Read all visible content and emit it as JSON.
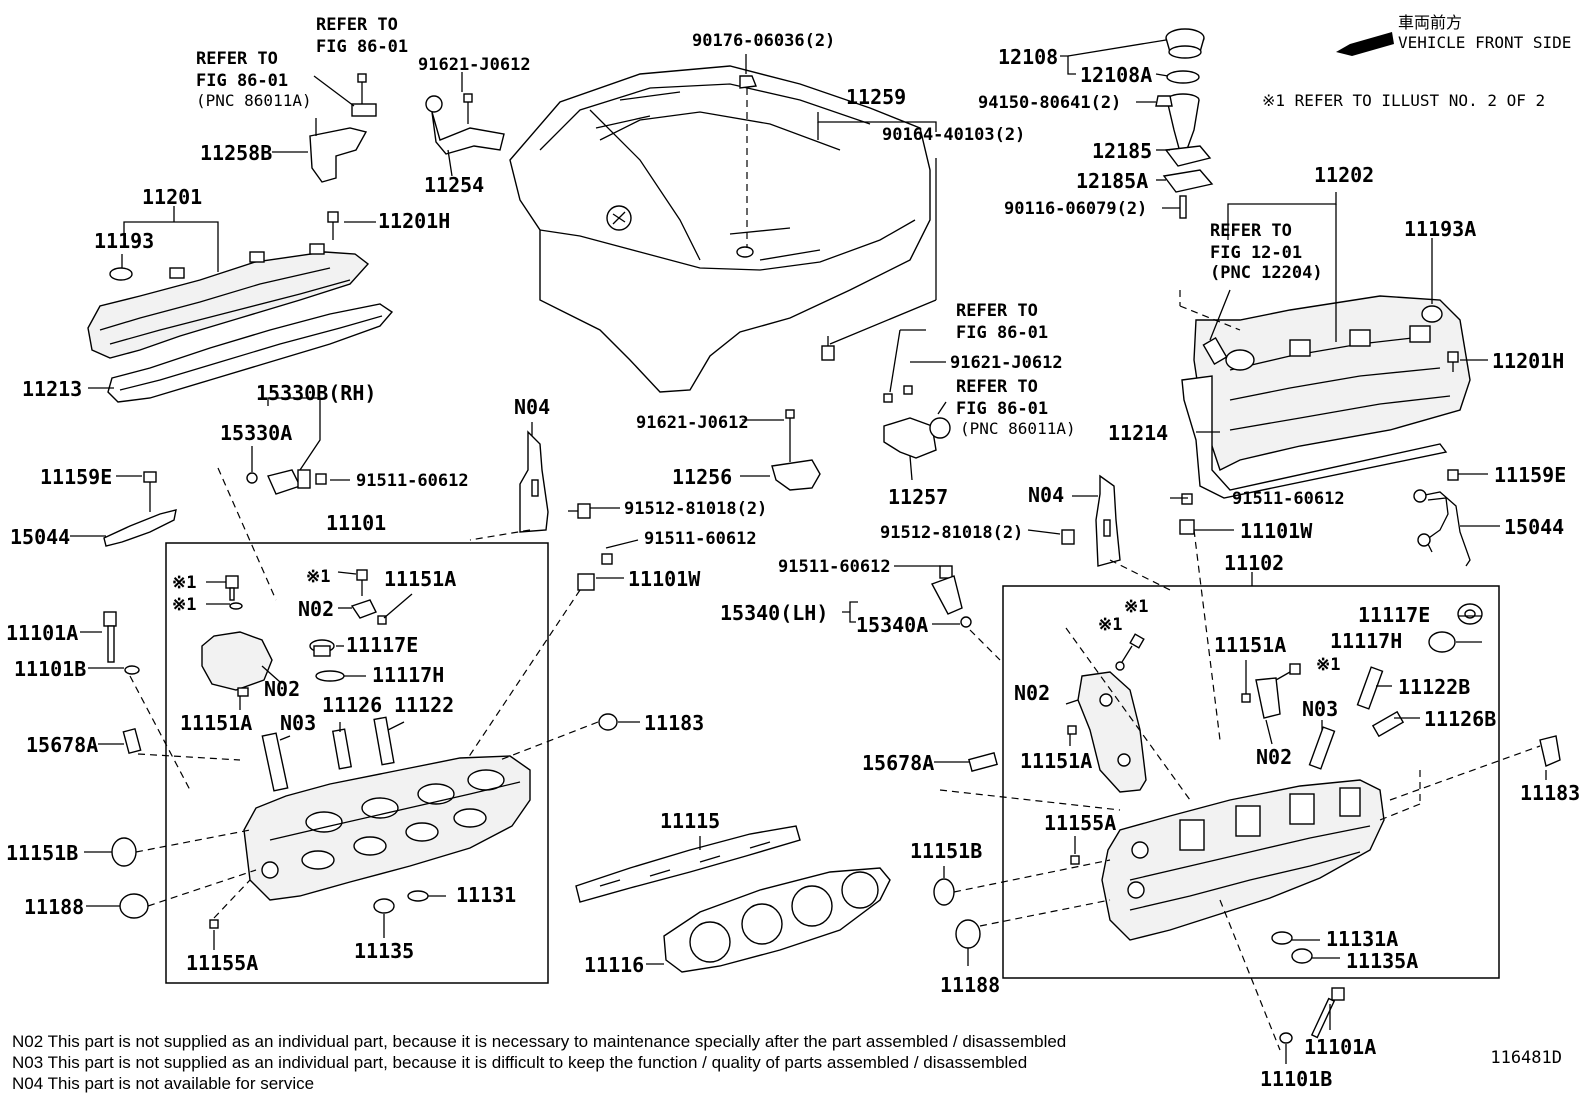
{
  "header": {
    "front_jp": "車両前方",
    "front_en": "VEHICLE FRONT SIDE",
    "illust_ref": "※1 REFER TO ILLUST NO. 2 OF 2"
  },
  "refs": {
    "r1": "REFER TO",
    "r1b": "FIG 86-01",
    "r2": "REFER TO",
    "r2b": "FIG 86-01",
    "r2c": "(PNC 86011A)",
    "r3": "REFER TO",
    "r3b": "FIG 86-01",
    "r4": "REFER TO",
    "r4b": "FIG 86-01",
    "r4c": "(PNC 86011A)",
    "r5": "REFER TO",
    "r5b": "FIG 12-01",
    "r5c": "(PNC 12204)"
  },
  "parts": {
    "p11201": "11201",
    "p11193": "11193",
    "p11201H_a": "11201H",
    "p11213": "11213",
    "p11258B": "11258B",
    "p11254": "11254",
    "p91621_a": "91621-J0612",
    "p90176": "90176-06036(2)",
    "p11259": "11259",
    "p90164": "90164-40103(2)",
    "p12108": "12108",
    "p12108A": "12108A",
    "p94150": "94150-80641(2)",
    "p12185": "12185",
    "p12185A": "12185A",
    "p90116": "90116-06079(2)",
    "p11202": "11202",
    "p11193A": "11193A",
    "p11201H_b": "11201H",
    "p11214": "11214",
    "p91621_b": "91621-J0612",
    "p91621_c": "91621-J0612",
    "p11256": "11256",
    "p11257": "11257",
    "p15330B": "15330B(RH)",
    "p15330A": "15330A",
    "p91511_a": "91511-60612",
    "p11159E_a": "11159E",
    "p15044_a": "15044",
    "pN04_a": "N04",
    "p91512_a": "91512-81018(2)",
    "p91511_b": "91511-60612",
    "p11101W_a": "11101W",
    "p11101": "11101",
    "p11101A_a": "11101A",
    "p11101B_a": "11101B",
    "pX1a": "※1",
    "pX1b": "※1",
    "pX1c": "※1",
    "p11151A_a": "11151A",
    "pN02_a": "N02",
    "p11117E_a": "11117E",
    "p11117H_a": "11117H",
    "p11126": "11126",
    "p11122": "11122",
    "p11151A_b": "11151A",
    "pN03_a": "N03",
    "p15678A_a": "15678A",
    "p11183_a": "11183",
    "p11151B_a": "11151B",
    "p11188_a": "11188",
    "p11131": "11131",
    "p11135": "11135",
    "p11155A_a": "11155A",
    "p11115": "11115",
    "p11116": "11116",
    "pN04_b": "N04",
    "p91511_c": "91511-60612",
    "p11101W_b": "11101W",
    "p11159E_b": "11159E",
    "p15044_b": "15044",
    "p91512_b": "91512-81018(2)",
    "p91511_d": "91511-60612",
    "p15340": "15340(LH)",
    "p15340A": "15340A",
    "p11102": "11102",
    "pX1d": "※1",
    "pX1e": "※1",
    "pX1f": "※1",
    "p11117E_b": "11117E",
    "p11117H_b": "11117H",
    "p11151A_c": "11151A",
    "p11122B": "11122B",
    "pN03_b": "N03",
    "p11126B": "11126B",
    "pN02_b": "N02",
    "pN02_c": "N02",
    "p11151A_d": "11151A",
    "p15678A_b": "15678A",
    "p11183_b": "11183",
    "p11155A_b": "11155A",
    "p11151B_b": "11151B",
    "p11188_b": "11188",
    "p11131A": "11131A",
    "p11135A": "11135A",
    "p11101A_b": "11101A",
    "p11101B_b": "11101B"
  },
  "notes": {
    "n02a": "N02  This part is not supplied as an individual part, because it is necessary to maintenance specially after the part assembled / disassembled",
    "n03": "N03  This part is not supplied as an individual part, because it is difficult to keep the function / quality of parts  assembled / disassembled",
    "n04": "N04  This part is not available for service"
  },
  "figure_id": "116481D"
}
